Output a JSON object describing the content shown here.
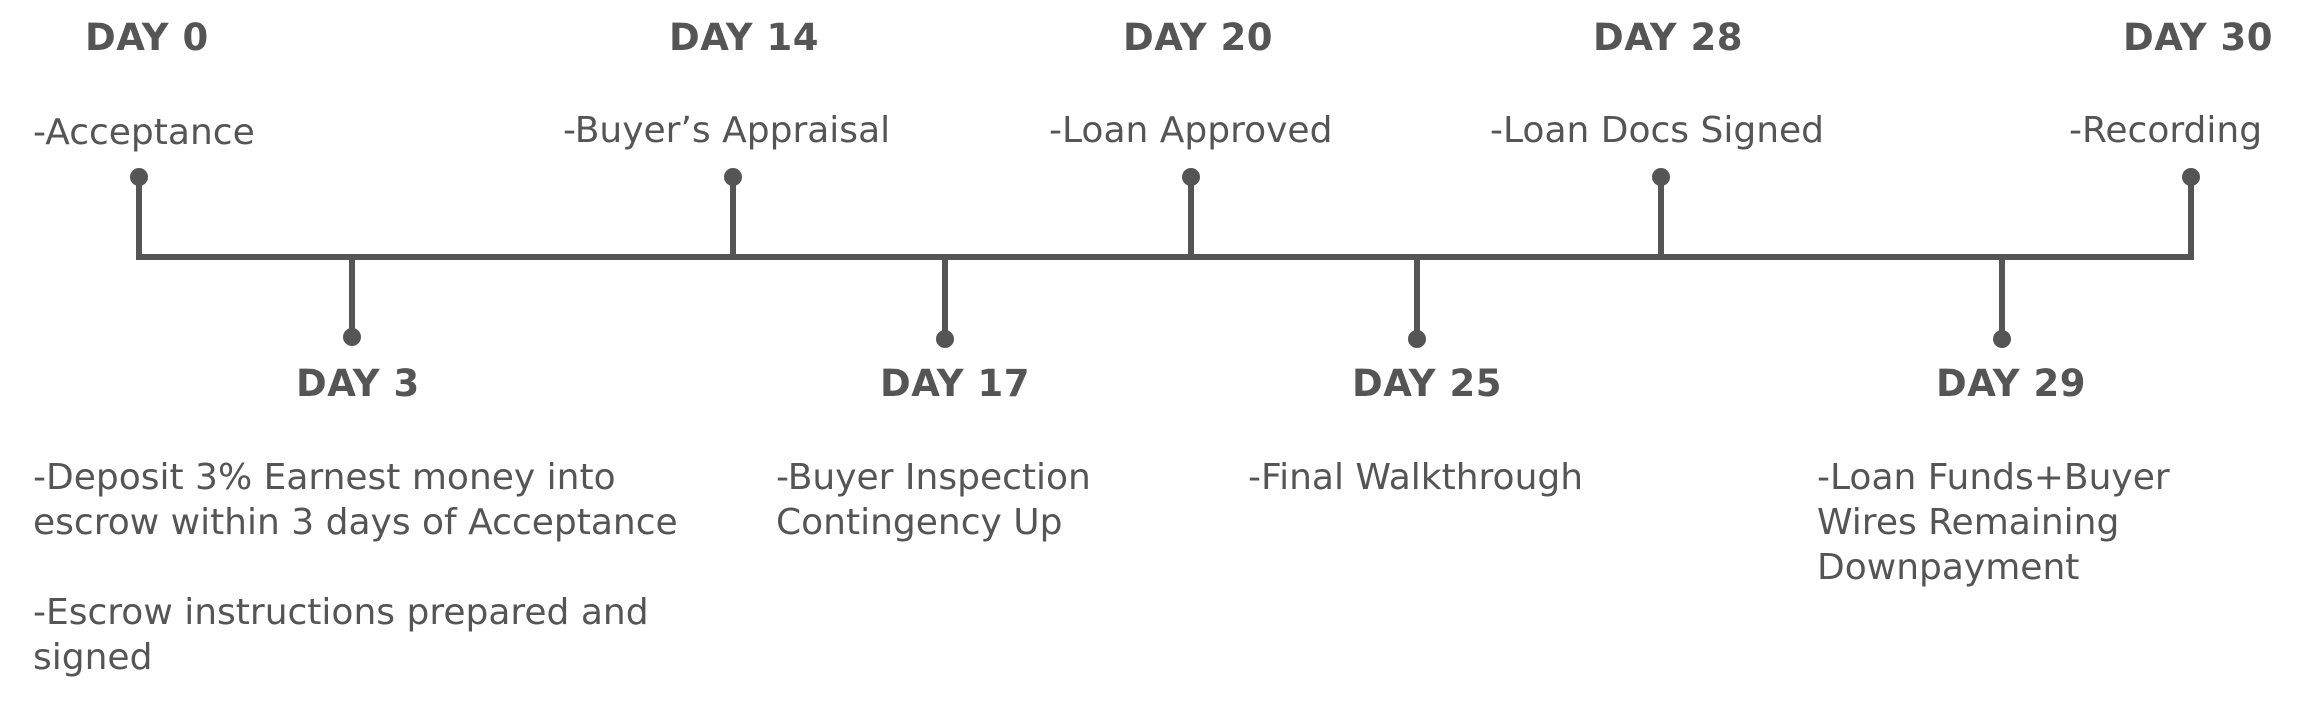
{
  "milestones": {
    "day0": {
      "day": "DAY 0",
      "event": "-Acceptance"
    },
    "day3": {
      "day": "DAY 3",
      "notes": [
        "-Deposit 3% Earnest money into escrow within 3 days of Acceptance",
        "-Escrow instructions prepared and signed"
      ]
    },
    "day14": {
      "day": "DAY 14",
      "event": "-Buyer’s Appraisal"
    },
    "day17": {
      "day": "DAY 17",
      "notes": [
        "-Buyer Inspection Contingency Up"
      ]
    },
    "day20": {
      "day": "DAY 20",
      "event": "-Loan Approved"
    },
    "day25": {
      "day": "DAY 25",
      "notes": [
        "-Final Walkthrough"
      ]
    },
    "day28": {
      "day": "DAY 28",
      "event": "-Loan Docs Signed"
    },
    "day29": {
      "day": "DAY 29",
      "notes": [
        "-Loan Funds+Buyer Wires Remaining Downpayment"
      ]
    },
    "day30": {
      "day": "DAY 30",
      "event": "-Recording"
    }
  },
  "colors": {
    "line": "#555555",
    "text": "#555555"
  }
}
